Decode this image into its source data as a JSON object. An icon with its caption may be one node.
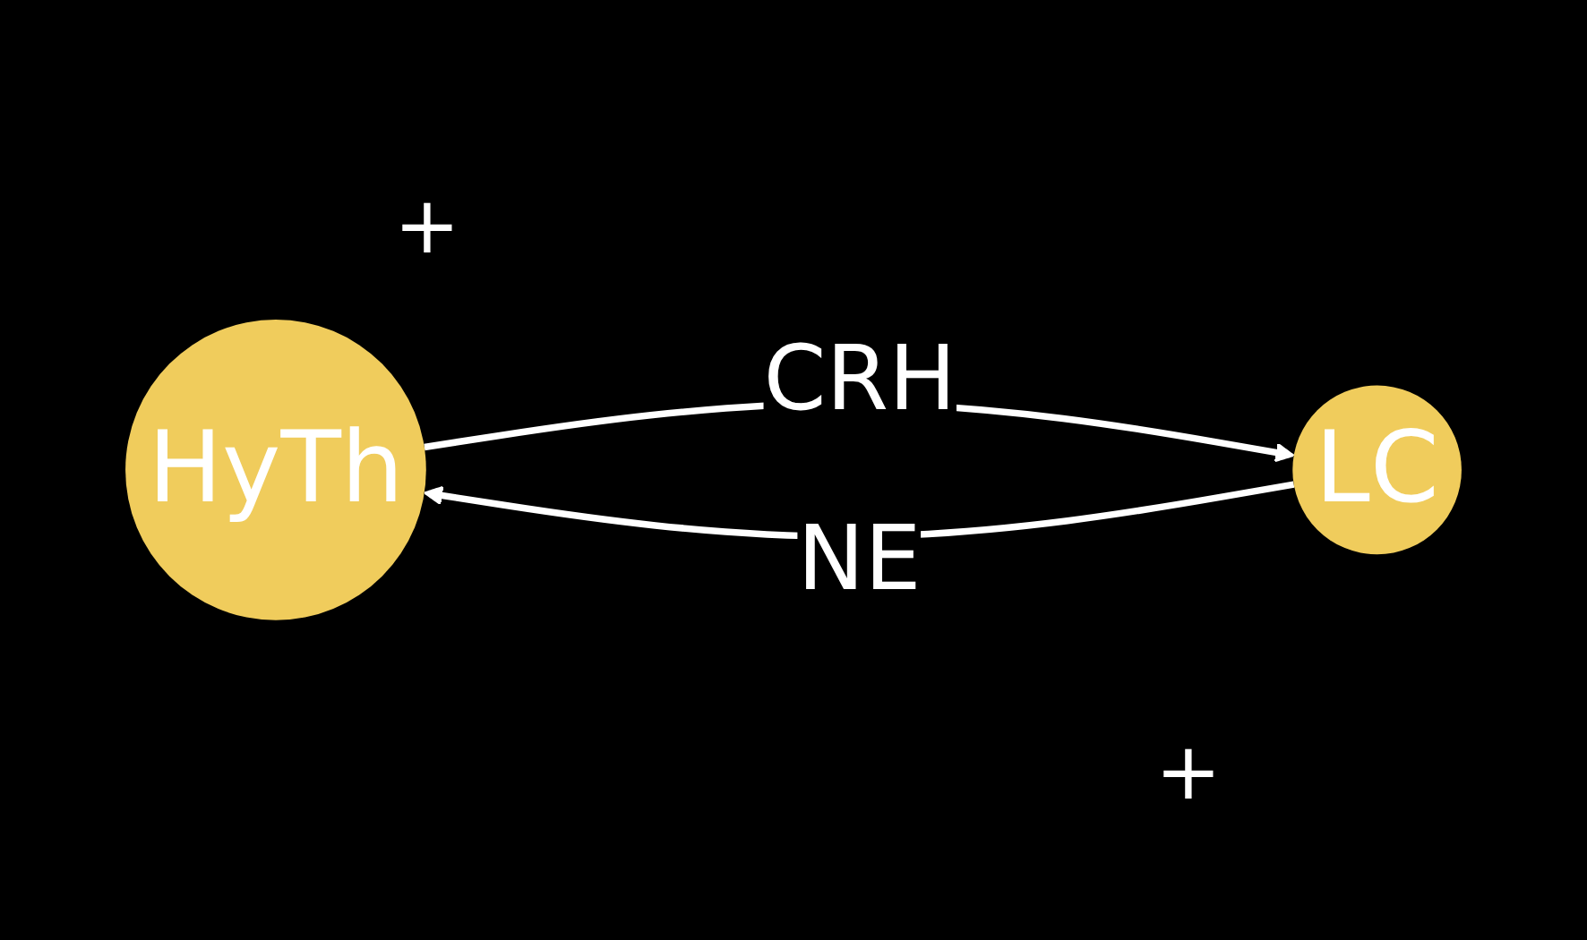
{
  "diagram": {
    "nodes": [
      {
        "text": [
          "HyTh"
        ]
      },
      {
        "text": [
          "LC"
        ]
      }
    ],
    "edges": [
      {
        "from": 1,
        "to": 0,
        "arrow": "to",
        "label": "NE"
      },
      {
        "from": 0,
        "to": 1,
        "arrow": "to",
        "label": "CRH"
      }
    ],
    "labels": [
      "+",
      "+"
    ]
  }
}
